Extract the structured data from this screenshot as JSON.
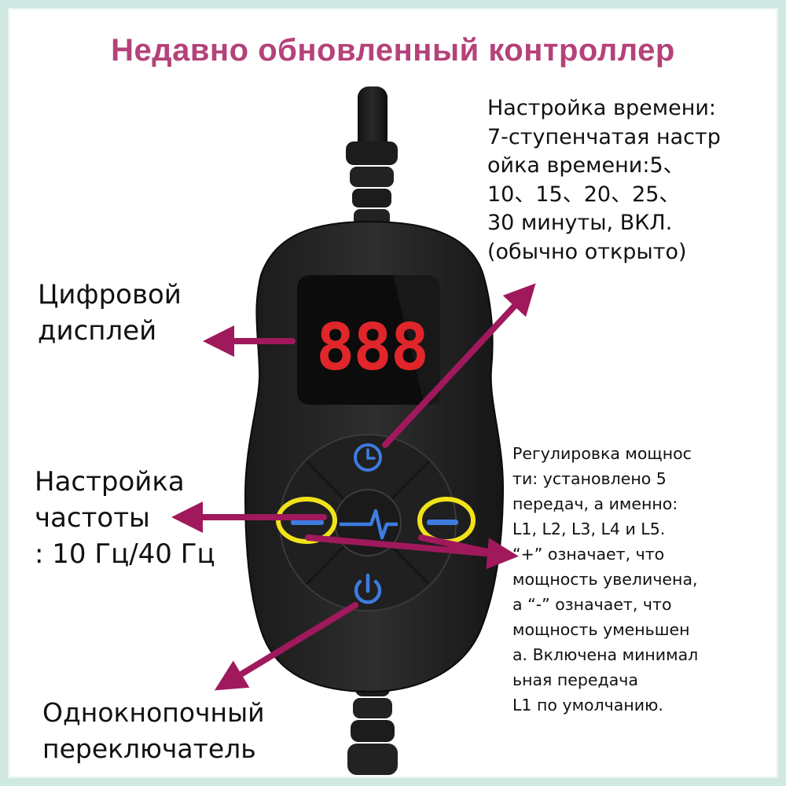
{
  "title": "Недавно обновленный контроллер",
  "display_readout": "888",
  "labels": {
    "time_setting": "Настройка времени:\n7-ступенчатая настр\nойка времени:5、\n10、15、20、25、\n 30 минуты, ВКЛ.\n(обычно открыто)",
    "digital_display": "Цифровой\nдисплей",
    "frequency_setting": "Настройка\nчастоты\n: 10 Гц/40 Гц",
    "power_adjustment": "Регулировка мощнос\nти: установлено 5\nпередач, а именно:\nL1, L2, L3, L4 и L5.\n“+”  означает, что\nмощность увеличена,\nа “-” означает, что\nмощность уменьшен\nа. Включена минимал\nьная передача\nL1 по умолчанию.",
    "single_button_switch": "Однокнопочный\nпереключатель"
  },
  "colors": {
    "title": "#b5427a",
    "arrow": "#a0195c",
    "highlight": "#f2e21a",
    "button_icon": "#3d7be0",
    "display_digits": "#e0262a",
    "frame": "#cfe9e2"
  },
  "icons": [
    "clock-icon",
    "pulse-icon",
    "minus-icon",
    "power-icon"
  ]
}
